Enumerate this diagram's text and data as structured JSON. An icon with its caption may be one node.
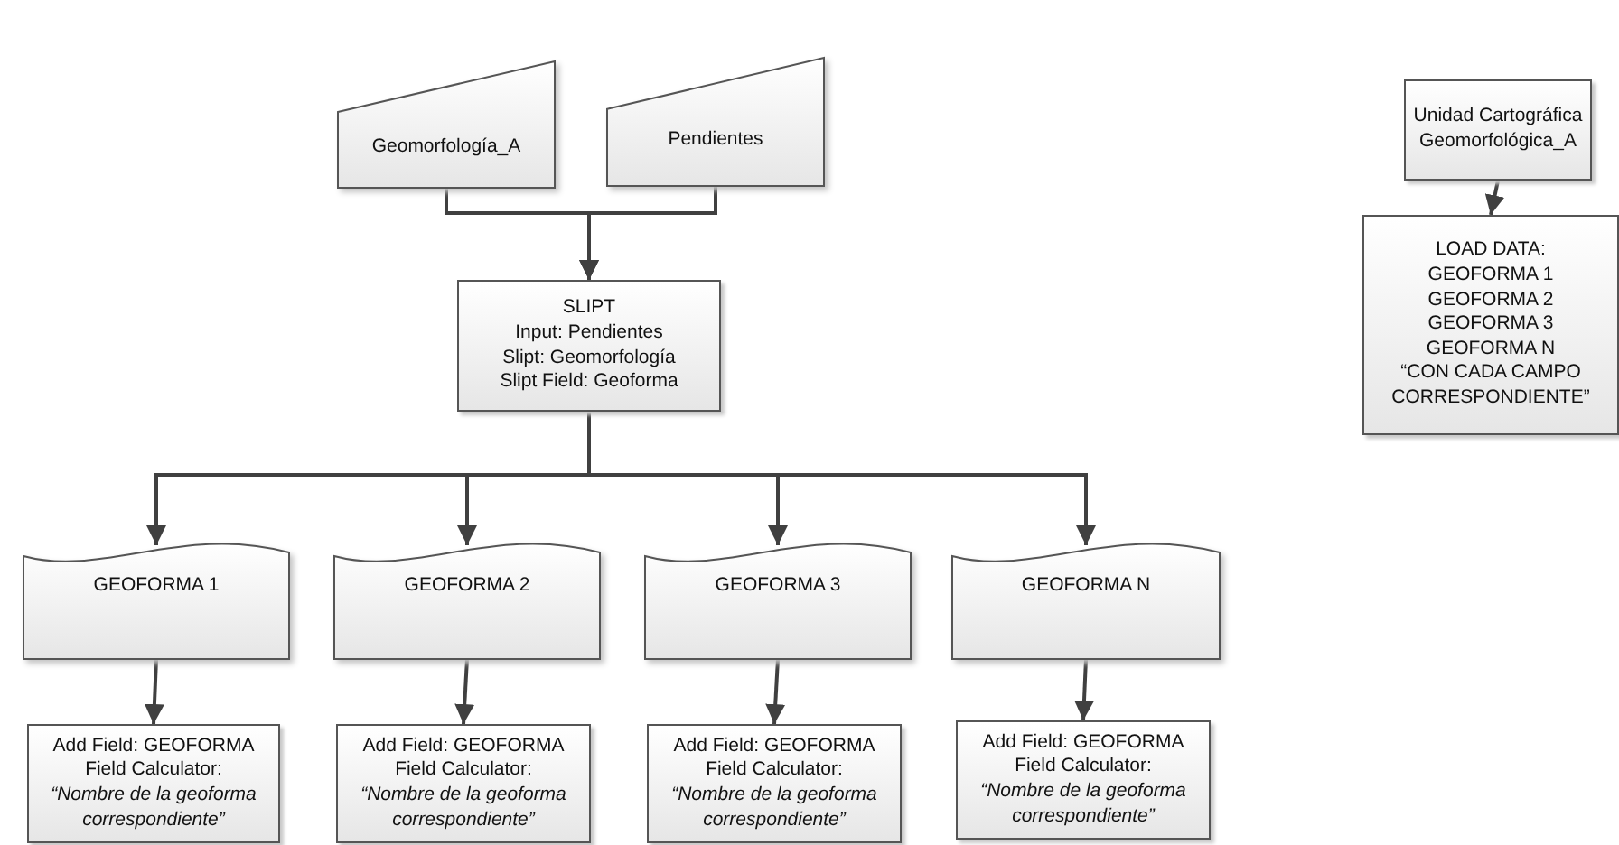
{
  "diagram": {
    "nodes": [
      {
        "text": [
          "Geomorfología_A"
        ]
      },
      {
        "text": [
          "Pendientes"
        ]
      },
      {
        "text": [
          "SLIPT",
          "Input: Pendientes",
          "Slipt: Geomorfología",
          "Slipt Field: Geoforma"
        ]
      },
      {
        "text": [
          "GEOFORMA 1"
        ]
      },
      {
        "text": [
          "GEOFORMA 2"
        ]
      },
      {
        "text": [
          "GEOFORMA 3"
        ]
      },
      {
        "text": [
          "GEOFORMA N"
        ]
      },
      {
        "text": [
          "Add Field: GEOFORMA",
          "Field Calculator:",
          "*“Nombre de la geoforma correspondiente”*"
        ]
      },
      {
        "text": [
          "Add Field: GEOFORMA",
          "Field Calculator:",
          "*“Nombre de la geoforma correspondiente”*"
        ]
      },
      {
        "text": [
          "Add Field: GEOFORMA",
          "Field Calculator:",
          "*“Nombre de la geoforma correspondiente”*"
        ]
      },
      {
        "text": [
          "Add Field: GEOFORMA",
          "Field Calculator:",
          "*“Nombre de la geoforma correspondiente”*"
        ]
      },
      {
        "text": [
          "Unidad Cartográfica Geomorfológica_A"
        ]
      },
      {
        "text": [
          "LOAD DATA:",
          "GEOFORMA 1",
          "GEOFORMA 2",
          "GEOFORMA 3",
          "GEOFORMA N",
          "“CON CADA CAMPO CORRESPONDIENTE”"
        ]
      }
    ],
    "edges": [
      {
        "from": 0,
        "to": 2,
        "arrow": "to"
      },
      {
        "from": 1,
        "to": 2,
        "arrow": "to"
      },
      {
        "from": 2,
        "to": 3,
        "arrow": "to"
      },
      {
        "from": 2,
        "to": 4,
        "arrow": "to"
      },
      {
        "from": 2,
        "to": 5,
        "arrow": "to"
      },
      {
        "from": 2,
        "to": 6,
        "arrow": "to"
      },
      {
        "from": 3,
        "to": 7,
        "arrow": "to"
      },
      {
        "from": 4,
        "to": 8,
        "arrow": "to"
      },
      {
        "from": 5,
        "to": 9,
        "arrow": "to"
      },
      {
        "from": 6,
        "to": 10,
        "arrow": "to"
      },
      {
        "from": 11,
        "to": 12,
        "arrow": "to"
      }
    ]
  }
}
